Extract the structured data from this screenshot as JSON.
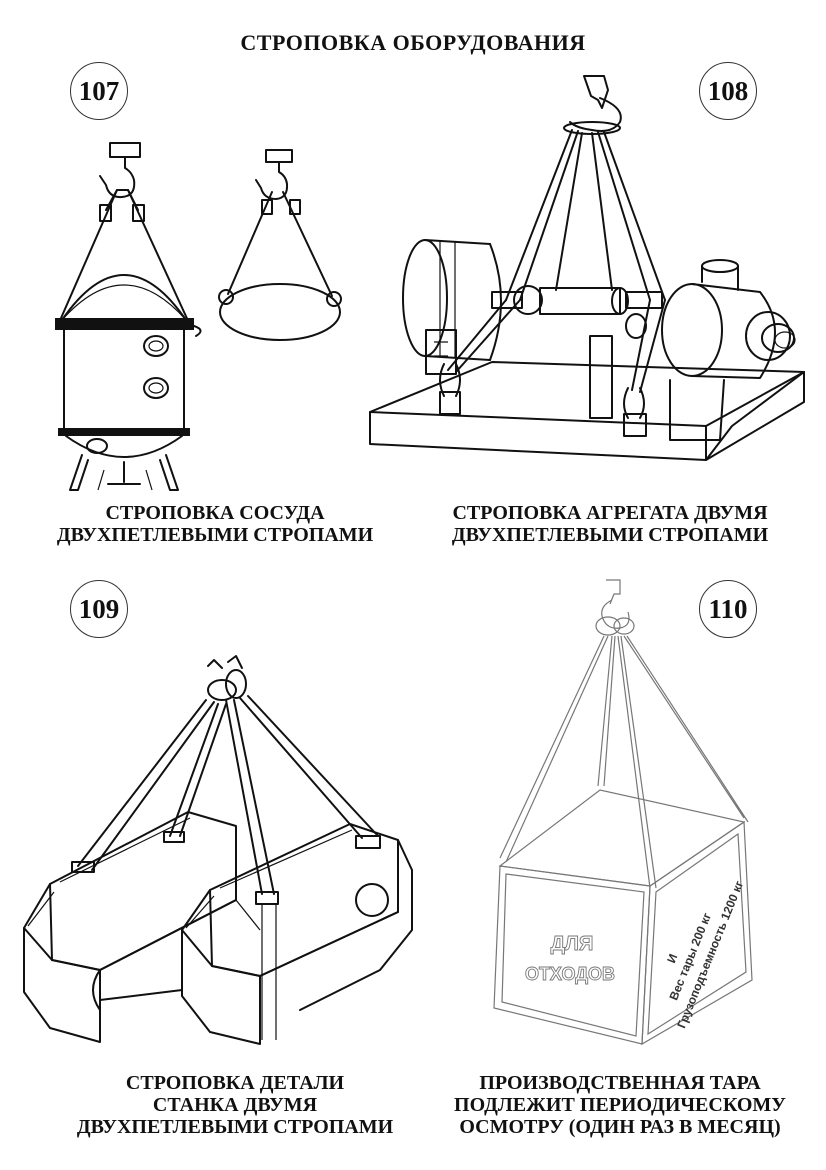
{
  "page": {
    "title": "СТРОПОВКА ОБОРУДОВАНИЯ"
  },
  "panels": [
    {
      "number": "107",
      "caption_lines": [
        "СТРОПОВКА СОСУДА",
        "ДВУХПЕТЛЕВЫМИ СТРОПАМИ"
      ]
    },
    {
      "number": "108",
      "caption_lines": [
        "СТРОПОВКА АГРЕГАТА ДВУМЯ",
        "ДВУХПЕТЛЕВЫМИ СТРОПАМИ"
      ]
    },
    {
      "number": "109",
      "caption_lines": [
        "СТРОПОВКА ДЕТАЛИ",
        "СТАНКА ДВУМЯ",
        "ДВУХПЕТЛЕВЫМИ СТРОПАМИ"
      ]
    },
    {
      "number": "110",
      "caption_lines": [
        "ПРОИЗВОДСТВЕННАЯ ТАРА",
        "ПОДЛЕЖИТ ПЕРИОДИЧЕСКОМУ",
        "ОСМОТРУ (ОДИН РАЗ В МЕСЯЦ)"
      ]
    }
  ],
  "container_labels": {
    "front_line1": "ДЛЯ",
    "front_line2": "ОТХОДОВ",
    "side_line1": "И",
    "side_line2": "Вес тары 200 кг",
    "side_line3": "Грузоподъемность 1200 кг"
  }
}
